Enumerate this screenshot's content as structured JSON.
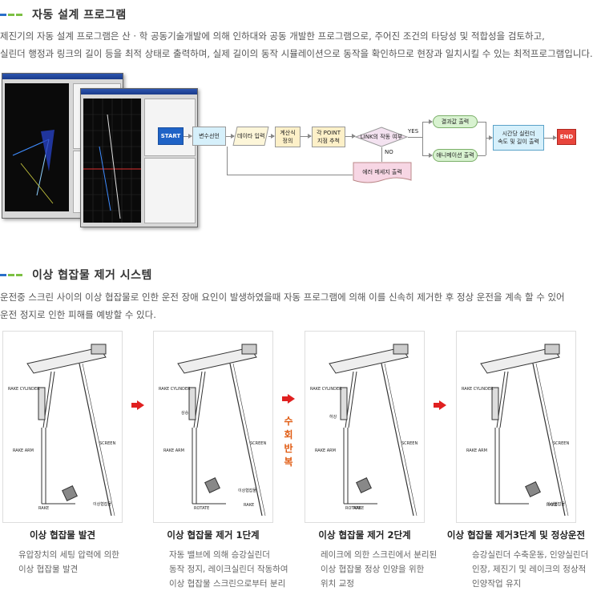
{
  "section1": {
    "title": "자동 설계 프로그램",
    "lines": [
      "제진기의 자동 설계 프로그램은 산 · 학 공동기술개발에 의해 인하대와 공동 개발한 프로그램으로, 주어진 조건의 타당성 및 적합성을 검토하고,",
      "실린더 행정과 링크의 길이 등을 최적 상태로 출력하며, 실제 길이의 동작 시뮬레이션으로 동작을 확인하므로 현장과 일치시킬 수 있는 최적프로그램입니다."
    ]
  },
  "flow": {
    "start": "START",
    "var": "변수선언",
    "data": "데이타 입력",
    "calc": [
      "계산식",
      "정의"
    ],
    "point": [
      "각 POINT",
      "지점 추척"
    ],
    "link": "LINK의 작동 여부",
    "yes": "YES",
    "no": "NO",
    "result": "결과값 출력",
    "anim": "애니메이션 출력",
    "timed": [
      "시간당 실린더",
      "속도 및 길이 출력"
    ],
    "end": "END",
    "error": "에러 메세지 출력"
  },
  "section2": {
    "title": "이상 협잡물 제거 시스템",
    "lines": [
      "운전중 스크린 사이의 이상 협잡물로 인한 운전 장애 요인이 발생하였을때 자동 프로그램에 의해 이를 신속히 제거한 후 정상 운전을 계속 할 수 있어",
      "운전 정지로 인한 피해를 예방할 수 있다."
    ]
  },
  "diagram_labels": {
    "rake_cylinder": "RAKE CYLINDER",
    "rake_arm": "RAKE ARM",
    "screen": "SCREEN",
    "rake": "RAKE",
    "rotate": "ROTATE",
    "debris": "이상협잡물",
    "up": "상승",
    "down": "하강"
  },
  "repeat_label": [
    "수",
    "회",
    "반",
    "복"
  ],
  "steps": [
    {
      "title": "이상 협잡물 발견",
      "desc": [
        "유압장치의 세팅 압력에 의한",
        "이상 협잡물 발견"
      ]
    },
    {
      "title": "이상 협잡물 제거 1단계",
      "desc": [
        "자동 밸브에 의해 승강실린더",
        "동작 정지, 레이크실린더 작동하여",
        "이상 협잡물 스크린으로부터 분리"
      ]
    },
    {
      "title": "이상 협잡물 제거 2단계",
      "desc": [
        "레이크에 의한 스크린에서 분리된",
        "이상 협잡물 정상 인양을 위한",
        "위치 교정"
      ]
    },
    {
      "title": "이상 협잡물 제거3단계 및 정상운전",
      "desc": [
        "승강실린더 수축운동, 인양실린더",
        "인장, 제진기 및 레이크의 정상적",
        "인양작업 유지"
      ]
    }
  ],
  "colors": {
    "accent_blue": "#2a6fc9",
    "accent_green": "#7cc043",
    "arrow_red": "#e02020",
    "repeat_orange": "#e05a10",
    "start_box": "#1f63c6",
    "end_box": "#e8453c"
  }
}
